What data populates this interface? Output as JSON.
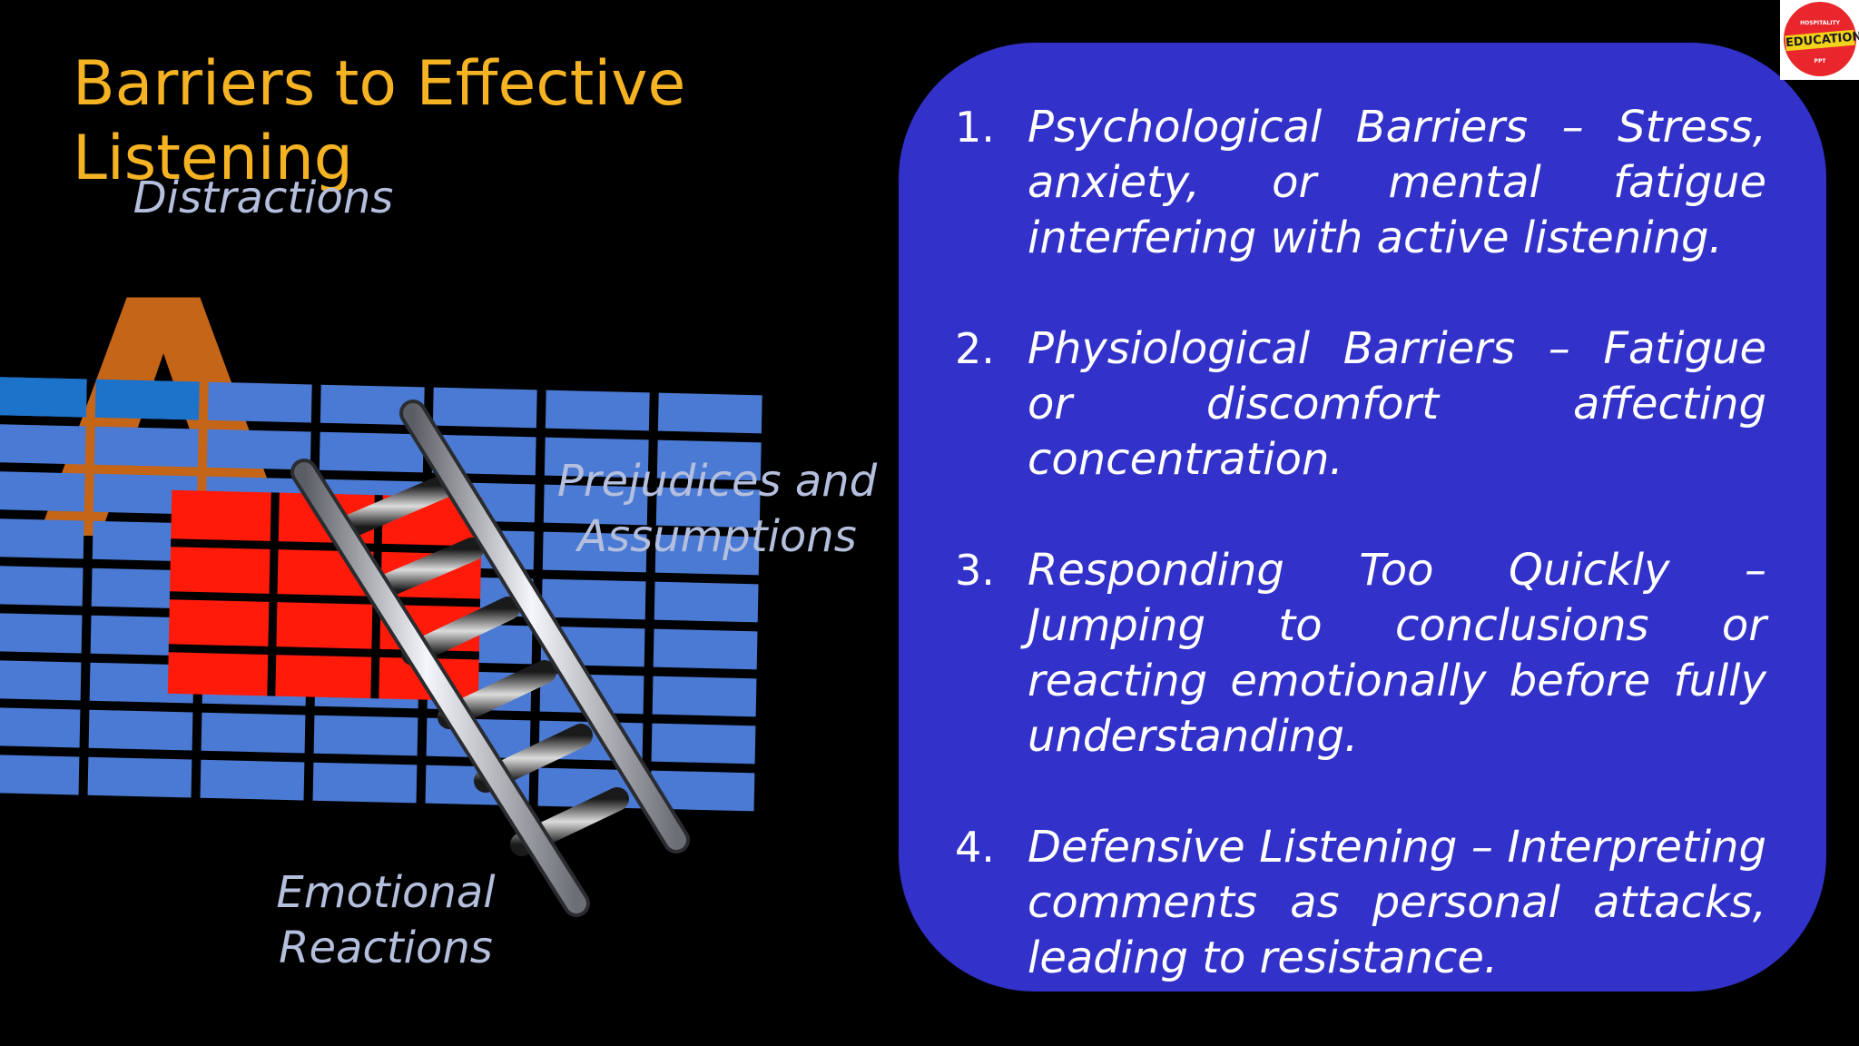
{
  "slide": {
    "title": "Barriers to Effective Listening",
    "graphic_labels": {
      "distractions": "Distractions",
      "prejudices": "Prejudices and Assumptions",
      "emotional": "Emotional Reactions"
    },
    "barriers": [
      {
        "number": "1.",
        "text": "Psychological Barriers – Stress, anxiety, or mental fatigue interfering with active listening."
      },
      {
        "number": "2.",
        "text": "Physiological Barriers – Fatigue or discomfort affecting concentration."
      },
      {
        "number": "3.",
        "text": "Responding Too Quickly – Jumping to conclusions or reacting emotionally before fully understanding."
      },
      {
        "number": "4.",
        "text": "Defensive Listening – Interpreting comments as personal attacks, leading to resistance."
      }
    ],
    "logo": {
      "top_text": "HOSPITALITY",
      "main_text": "EDUCATION",
      "bottom_text": "PPT"
    },
    "colors": {
      "background": "#000000",
      "title": "#f5b323",
      "panel": "#3231c9",
      "label": "#b4bedd",
      "grid_block": "#4a7ad4",
      "grid_block_dark": "#1d72c9",
      "grid_highlight": "#ff1a0a",
      "letter_a": "#c46518"
    },
    "icons": {
      "graphic": "ladder-over-wall-icon",
      "logo": "hospitality-education-logo"
    }
  }
}
